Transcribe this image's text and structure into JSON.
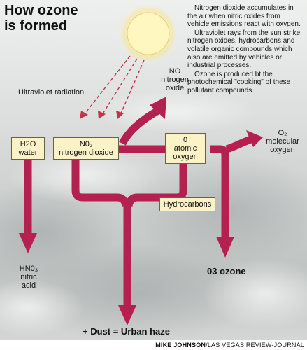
{
  "title": {
    "line1": "How ozone",
    "line2": "is formed"
  },
  "description": [
    "Nitrogen dioxide accumulates in the air when nitric oxides from vehicle emissions react with oxygen.",
    "Ultraviolet rays from the sun strike nitrogen oxides, hydrocarbons and volatile organic compounds which also are emitted by vehicles or industrial processes.",
    "Ozone is produced bt the photochemical \"cooking\" of these pollutant compounds."
  ],
  "labels": {
    "uv": "Ultraviolet radiation",
    "no_line1": "NO",
    "no_line2": "nitrogen",
    "no_line3": "oxide",
    "o2_line1": "O₂",
    "o2_line2": "molecular",
    "o2_line3": "oxygen",
    "hno3_line1": "HN0₃",
    "hno3_line2": "nitric",
    "hno3_line3": "acid",
    "ozone": "03 ozone",
    "haze": "+ Dust = Urban haze"
  },
  "boxes": {
    "h2o_line1": "H2O",
    "h2o_line2": "water",
    "no2_line1": "N0₂",
    "no2_line2": "nitrogen dioxide",
    "o_line1": "0",
    "o_line2": "atomic",
    "o_line3": "oxygen",
    "hydrocarbons": "Hydrocarbons"
  },
  "credit": {
    "name": "MIKE JOHNSON",
    "org": "/LAS VEGAS REVIEW-JOURNAL"
  },
  "colors": {
    "arrow": "#b4204f",
    "box_fill": "#fbf2c8",
    "sun": "#fff6c0"
  }
}
